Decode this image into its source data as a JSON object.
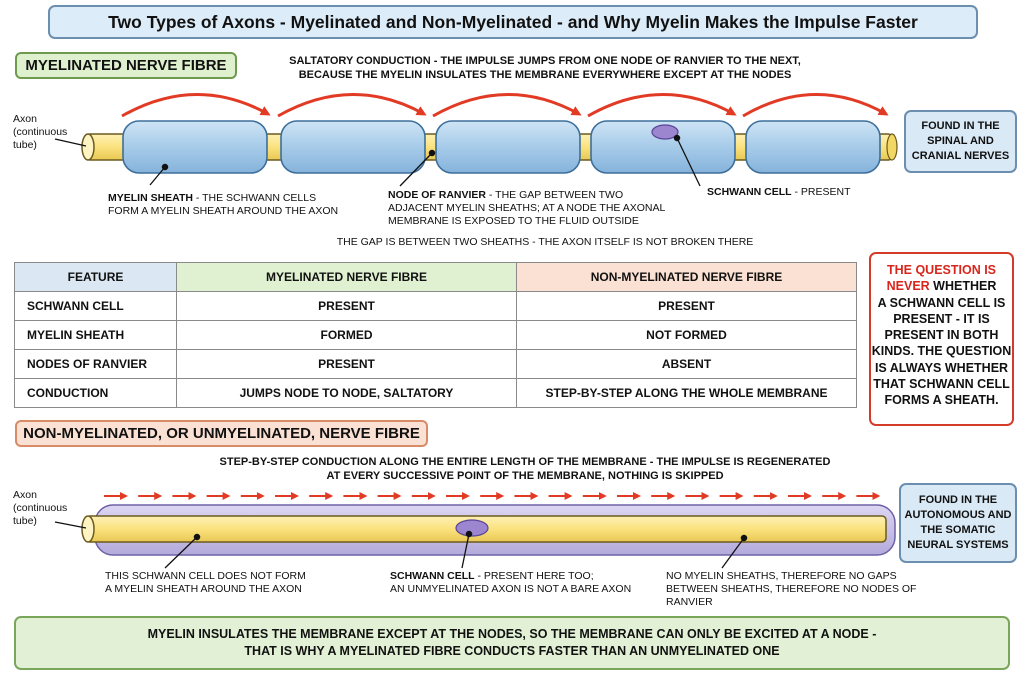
{
  "title": "Two Types of Axons - Myelinated and Non-Myelinated - and Why Myelin Makes the Impulse Faster",
  "myelinated": {
    "label": "MYELINATED NERVE FIBRE",
    "caption_bold": "SALTATORY CONDUCTION",
    "caption_rest_1": " - THE IMPULSE JUMPS FROM ONE NODE OF RANVIER TO THE NEXT,",
    "caption_2": "BECAUSE THE MYELIN INSULATES THE MEMBRANE EVERYWHERE EXCEPT AT THE NODES",
    "axon_label_1": "Axon",
    "axon_label_2": "(continuous",
    "axon_label_3": "tube)",
    "sheath_bold": "MYELIN SHEATH",
    "sheath_rest_1": " - THE SCHWANN CELLS",
    "sheath_2": "FORM A MYELIN SHEATH AROUND THE AXON",
    "node_bold": "NODE OF RANVIER",
    "node_rest_1": " - THE GAP BETWEEN TWO",
    "node_2": "ADJACENT MYELIN SHEATHS; AT A NODE THE AXONAL",
    "node_3": "MEMBRANE IS EXPOSED TO THE FLUID OUTSIDE",
    "schwann_bold": "SCHWANN CELL",
    "schwann_rest": " - PRESENT",
    "gap_note": "THE GAP IS BETWEEN TWO SHEATHS - THE AXON ITSELF IS NOT BROKEN THERE",
    "found_1": "FOUND IN THE",
    "found_2": "SPINAL AND",
    "found_3": "CRANIAL NERVES"
  },
  "table": {
    "headers": [
      "FEATURE",
      "MYELINATED NERVE FIBRE",
      "NON-MYELINATED NERVE FIBRE"
    ],
    "rows": [
      [
        "SCHWANN CELL",
        "PRESENT",
        "PRESENT"
      ],
      [
        "MYELIN SHEATH",
        "FORMED",
        "NOT FORMED"
      ],
      [
        "NODES OF RANVIER",
        "PRESENT",
        "ABSENT"
      ],
      [
        "CONDUCTION",
        "JUMPS NODE TO NODE, SALTATORY",
        "STEP-BY-STEP ALONG THE WHOLE MEMBRANE"
      ]
    ]
  },
  "note": {
    "red_1": "THE QUESTION IS",
    "red_2": "NEVER",
    "l2_rest": " WHETHER",
    "l3": "A SCHWANN CELL IS",
    "l4": "PRESENT - IT IS",
    "l5": "PRESENT IN BOTH",
    "l6": "KINDS. THE QUESTION",
    "l7": "IS ALWAYS WHETHER",
    "l8": "THAT SCHWANN CELL",
    "l9": "FORMS A SHEATH."
  },
  "unmyelinated": {
    "label": "NON-MYELINATED, OR UNMYELINATED, NERVE FIBRE",
    "caption_bold": "STEP-BY-STEP CONDUCTION ALONG THE ENTIRE LENGTH OF THE MEMBRANE",
    "caption_rest_1": " - THE IMPULSE IS REGENERATED",
    "caption_2": "AT EVERY SUCCESSIVE POINT OF THE MEMBRANE, NOTHING IS SKIPPED",
    "axon_label_1": "Axon",
    "axon_label_2": "(continuous",
    "axon_label_3": "tube)",
    "left_1": "THIS SCHWANN CELL DOES NOT FORM",
    "left_2": "A MYELIN SHEATH AROUND THE AXON",
    "mid_bold": "SCHWANN CELL",
    "mid_rest_1": " - PRESENT HERE TOO;",
    "mid_2": "AN UNMYELINATED AXON IS NOT A BARE AXON",
    "right_1": "NO MYELIN SHEATHS, THEREFORE NO GAPS",
    "right_2": "BETWEEN SHEATHS, THEREFORE NO NODES OF RANVIER",
    "found_1": "FOUND IN THE",
    "found_2": "AUTONOMOUS AND",
    "found_3": "THE SOMATIC",
    "found_4": "NEURAL SYSTEMS"
  },
  "conclusion": {
    "line_1": "MYELIN INSULATES THE MEMBRANE EXCEPT AT THE NODES, SO THE MEMBRANE CAN ONLY BE EXCITED AT A NODE -",
    "line_2": "THAT IS WHY A MYELINATED FIBRE CONDUCTS FASTER THAN AN UNMYELINATED ONE"
  },
  "colors": {
    "axon_fill": "#fbe58a",
    "sheath_fill": "#a9cdea",
    "schwann_nucleus": "#9b86cf",
    "impulse_arrow": "#e23b25",
    "unmyelinated_cell": "#c7c0e6"
  }
}
